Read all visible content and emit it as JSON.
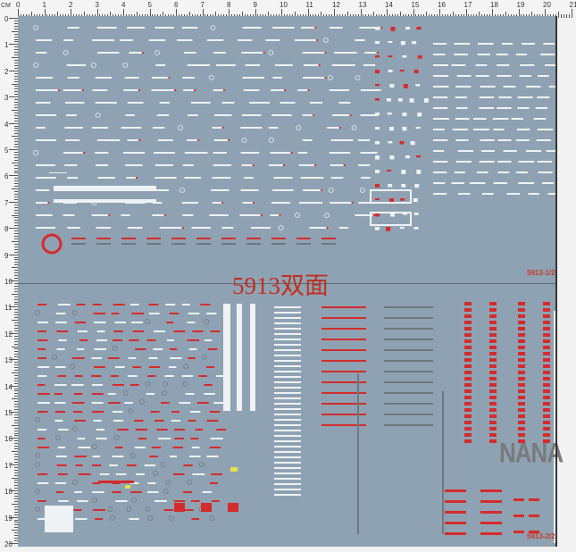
{
  "ruler": {
    "unit": "CM",
    "top_labels": [
      "0",
      "1",
      "2",
      "3",
      "4",
      "5",
      "6",
      "7",
      "8",
      "9",
      "10",
      "11",
      "12",
      "13",
      "14",
      "15",
      "16",
      "17",
      "18",
      "19",
      "20",
      "21"
    ],
    "left_labels": [
      "0",
      "1",
      "2",
      "3",
      "4",
      "5",
      "6",
      "7",
      "8",
      "9",
      "10",
      "11",
      "12",
      "13",
      "14",
      "15",
      "16",
      "17",
      "18",
      "19",
      "20"
    ]
  },
  "sheet": {
    "title": "5913双面",
    "code_top": "5913-1/2",
    "code_bottom": "5913-2/2",
    "brand_mark": "NANA"
  },
  "colors": {
    "sheet": "#8fa2b3",
    "red": "#d42c2c",
    "white": "#eef2f5",
    "gray": "#6f7780"
  }
}
